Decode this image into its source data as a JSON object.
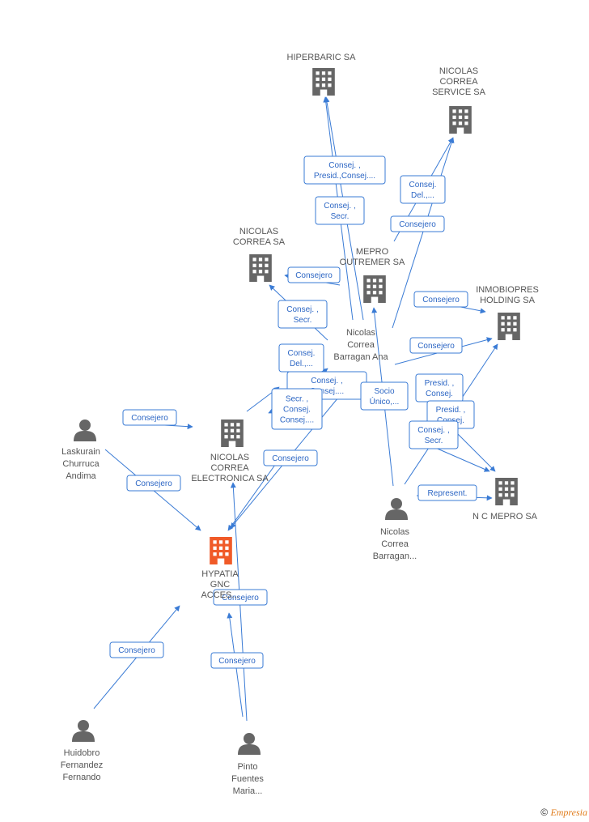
{
  "colors": {
    "edge": "#3a7bd5",
    "company": "#666666",
    "highlight": "#f05a28",
    "person": "#666666"
  },
  "nodes": {
    "hiperbaric": {
      "lines": [
        "HIPERBARIC SA"
      ],
      "type": "company"
    },
    "ncservice": {
      "lines": [
        "NICOLAS",
        "CORREA",
        "SERVICE SA"
      ],
      "type": "company"
    },
    "ncsa": {
      "lines": [
        "NICOLAS",
        "CORREA SA"
      ],
      "type": "company"
    },
    "mepro_outremer": {
      "lines": [
        "MEPRO",
        "OUTREMER SA"
      ],
      "type": "company"
    },
    "inmobiopres": {
      "lines": [
        "INMOBIOPRES",
        "HOLDING SA"
      ],
      "type": "company"
    },
    "nc_electronica": {
      "lines": [
        "NICOLAS",
        "CORREA",
        "ELECTRONICA SA"
      ],
      "type": "company"
    },
    "nc_mepro": {
      "lines": [
        "N C MEPRO SA"
      ],
      "type": "company"
    },
    "hypatia": {
      "lines": [
        "HYPATIA",
        "GNC",
        "ACCES..."
      ],
      "type": "highlight"
    },
    "ncb_ana": {
      "lines": [
        "Nicolas",
        "Correa",
        "Barragan Ana"
      ],
      "type": "person"
    },
    "laskurain": {
      "lines": [
        "Laskurain",
        "Churruca",
        "Andima"
      ],
      "type": "person"
    },
    "ncb": {
      "lines": [
        "Nicolas",
        "Correa",
        "Barragan..."
      ],
      "type": "person"
    },
    "huidobro": {
      "lines": [
        "Huidobro",
        "Fernandez",
        "Fernando"
      ],
      "type": "person"
    },
    "pinto": {
      "lines": [
        "Pinto",
        "Fuentes",
        "Maria..."
      ],
      "type": "person"
    }
  },
  "edges": [
    [
      "Consej. ,",
      "Presid.,Consej...."
    ],
    [
      "Consej. ,",
      "Secr."
    ],
    [
      "Consej.",
      "Del.,..."
    ],
    [
      "Consejero"
    ],
    [
      "Consejero"
    ],
    [
      "Consejero"
    ],
    [
      "Consej. ,",
      "Secr."
    ],
    [
      "Consejero"
    ],
    [
      "Consej.",
      "Del.,..."
    ],
    [
      "Consej. ,",
      "Consej...."
    ],
    [
      "Socio",
      "Único,..."
    ],
    [
      "Presid. ,",
      "Consej."
    ],
    [
      "Secr. ,",
      "Consej.",
      "Consej...."
    ],
    [
      "Presid. ,",
      "Consej."
    ],
    [
      "Consej. ,",
      "Secr."
    ],
    [
      "Consejero"
    ],
    [
      "Consejero"
    ],
    [
      "Consejero"
    ],
    [
      "Represent."
    ],
    [
      "Consejero"
    ],
    [
      "Consejero"
    ],
    [
      "Consejero"
    ]
  ],
  "footer": {
    "copyright": "©",
    "brand": "Empresia"
  }
}
